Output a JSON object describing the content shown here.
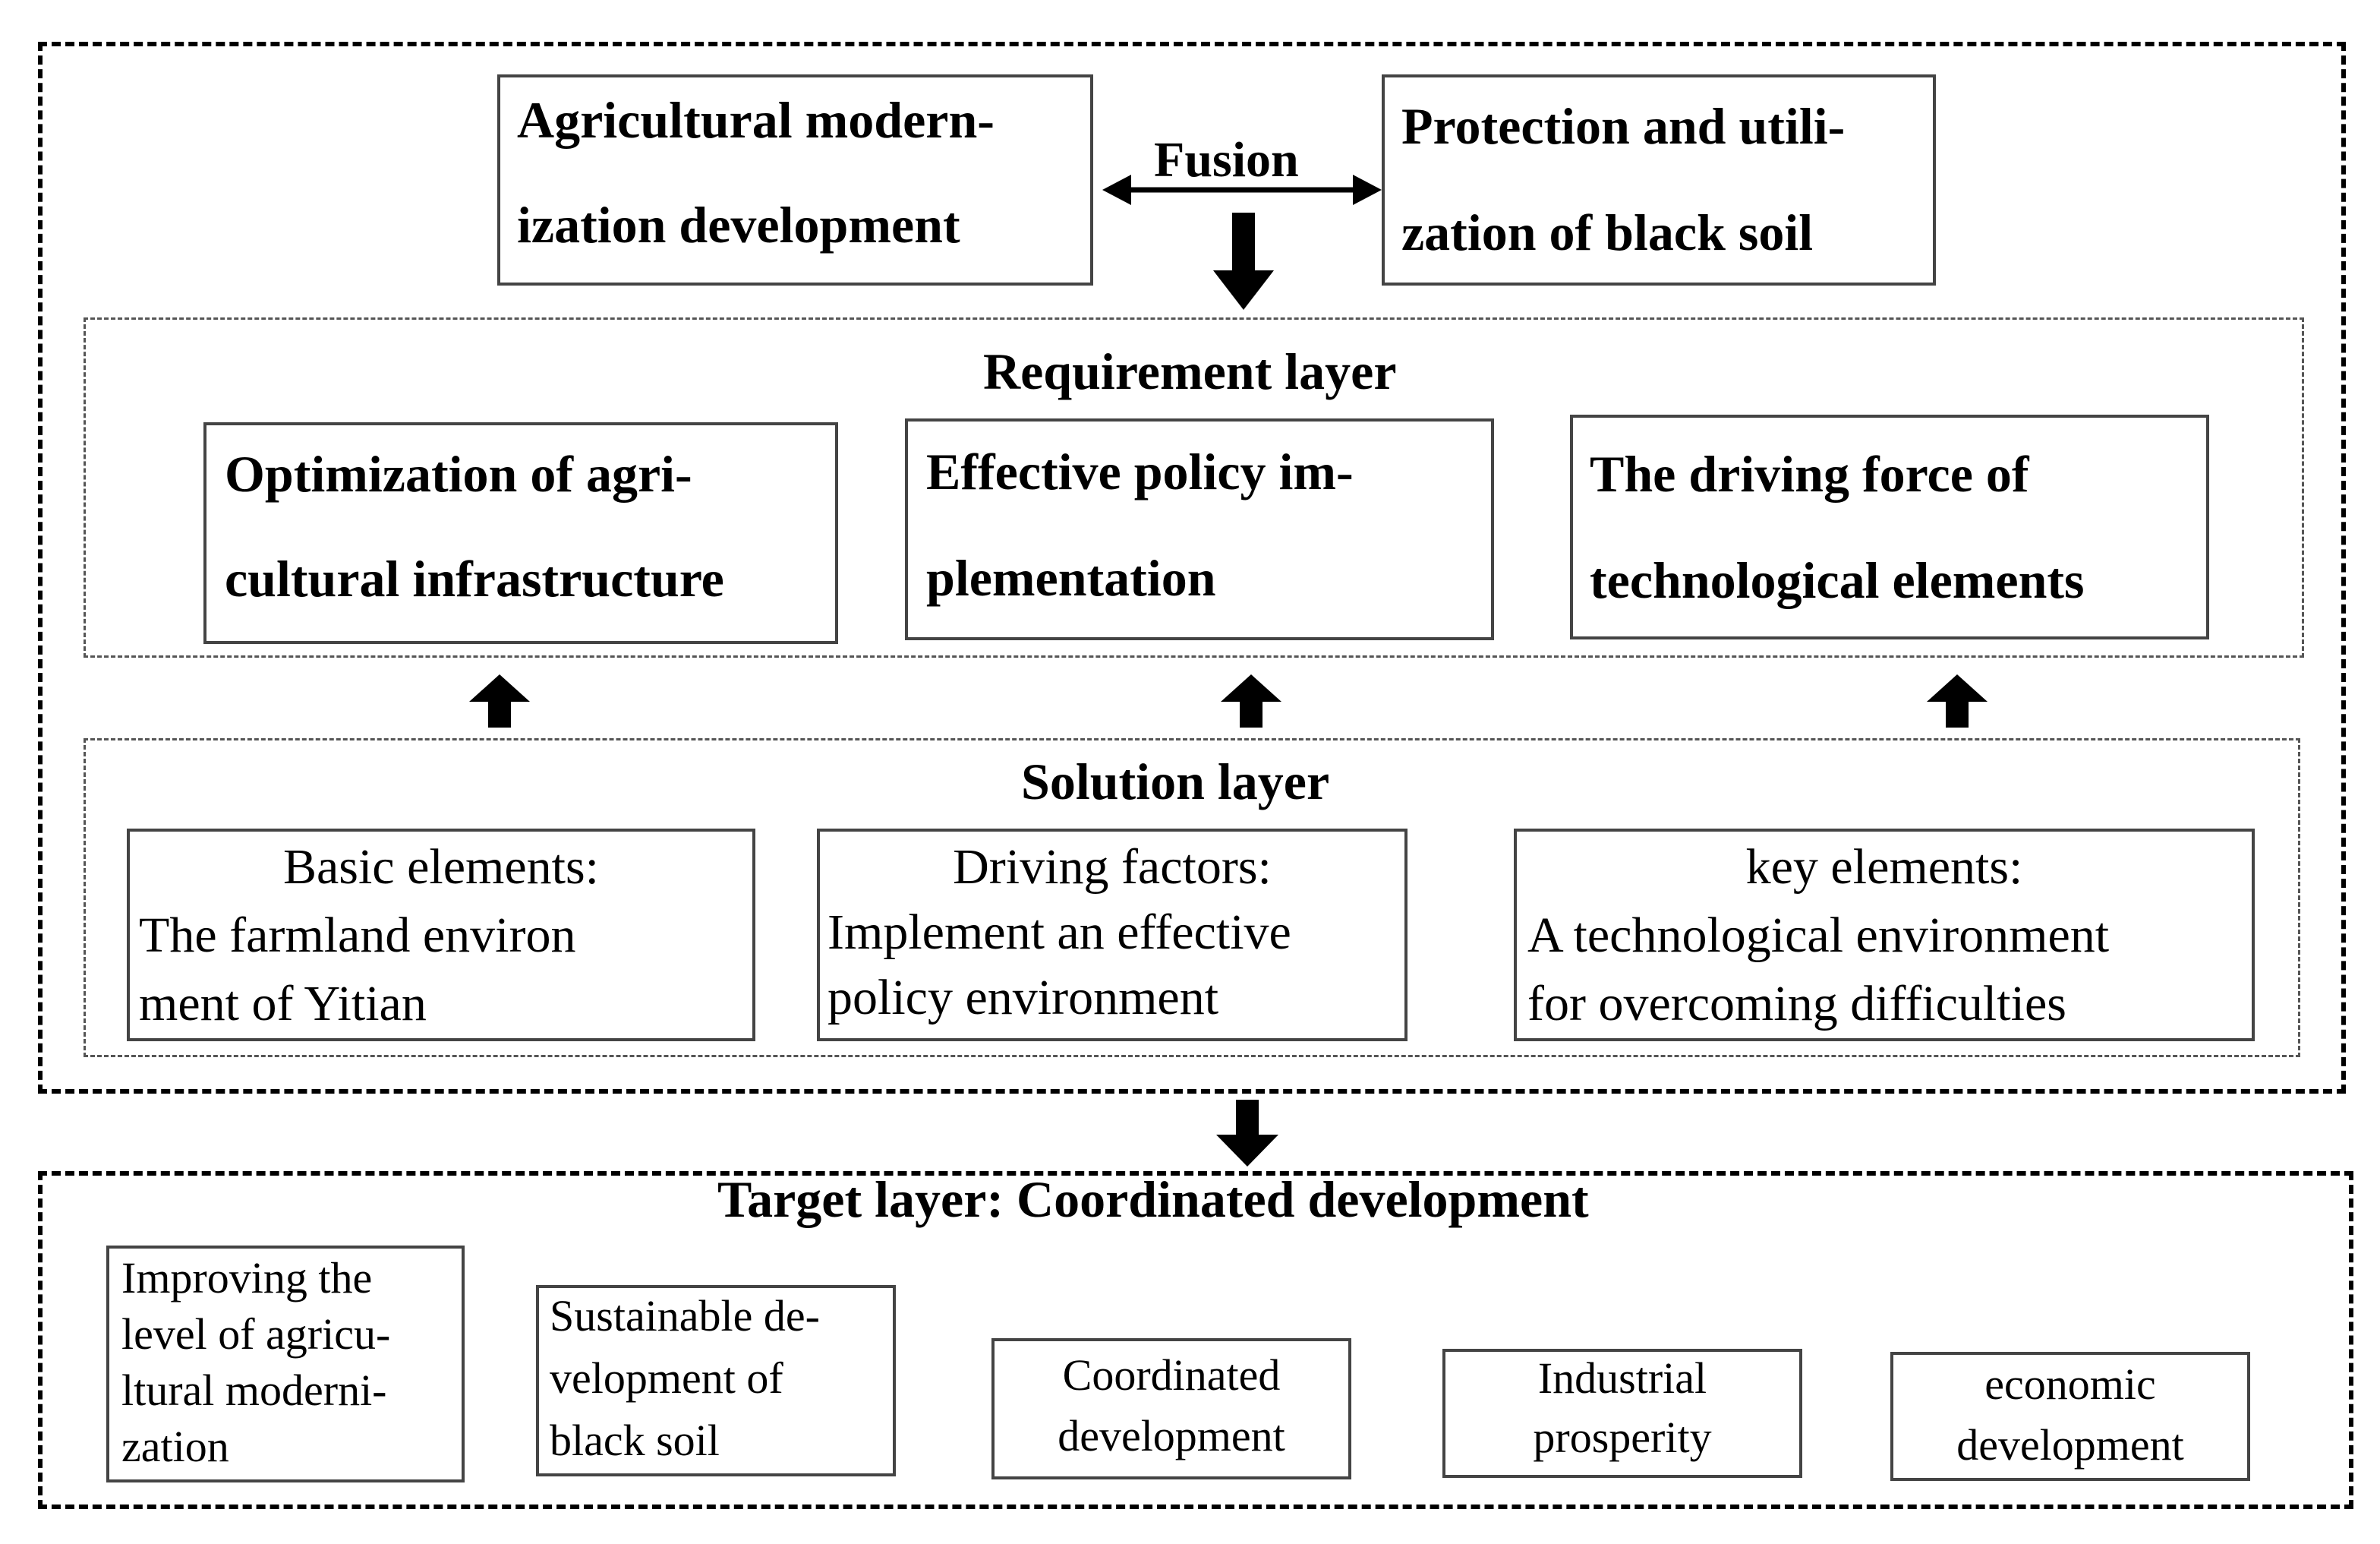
{
  "top": {
    "left_box": [
      "Agricultural modern-",
      "ization development"
    ],
    "right_box": [
      "Protection and utili-",
      "zation of black soil"
    ],
    "fusion_label": "Fusion"
  },
  "requirement": {
    "title": "Requirement layer",
    "boxes": [
      [
        "Optimization of agri-",
        "cultural infrastructure"
      ],
      [
        "Effective policy im-",
        "plementation"
      ],
      [
        "The driving force of",
        "technological elements"
      ]
    ]
  },
  "solution": {
    "title": "Solution layer",
    "boxes": [
      [
        "Basic elements:",
        "The farmland environ",
        "ment of Yitian"
      ],
      [
        "Driving factors:",
        "Implement an effective",
        "policy environment"
      ],
      [
        "key elements:",
        "A technological environment",
        "for overcoming difficulties"
      ]
    ]
  },
  "target": {
    "title": "Target layer: Coordinated development",
    "boxes": [
      [
        "Improving the",
        "level of agricu-",
        "ltural moderni-",
        "zation"
      ],
      [
        "Sustainable de-",
        "velopment of",
        "black soil"
      ],
      [
        "Coordinated",
        "development"
      ],
      [
        "Industrial",
        "prosperity"
      ],
      [
        "economic",
        "development"
      ]
    ]
  }
}
